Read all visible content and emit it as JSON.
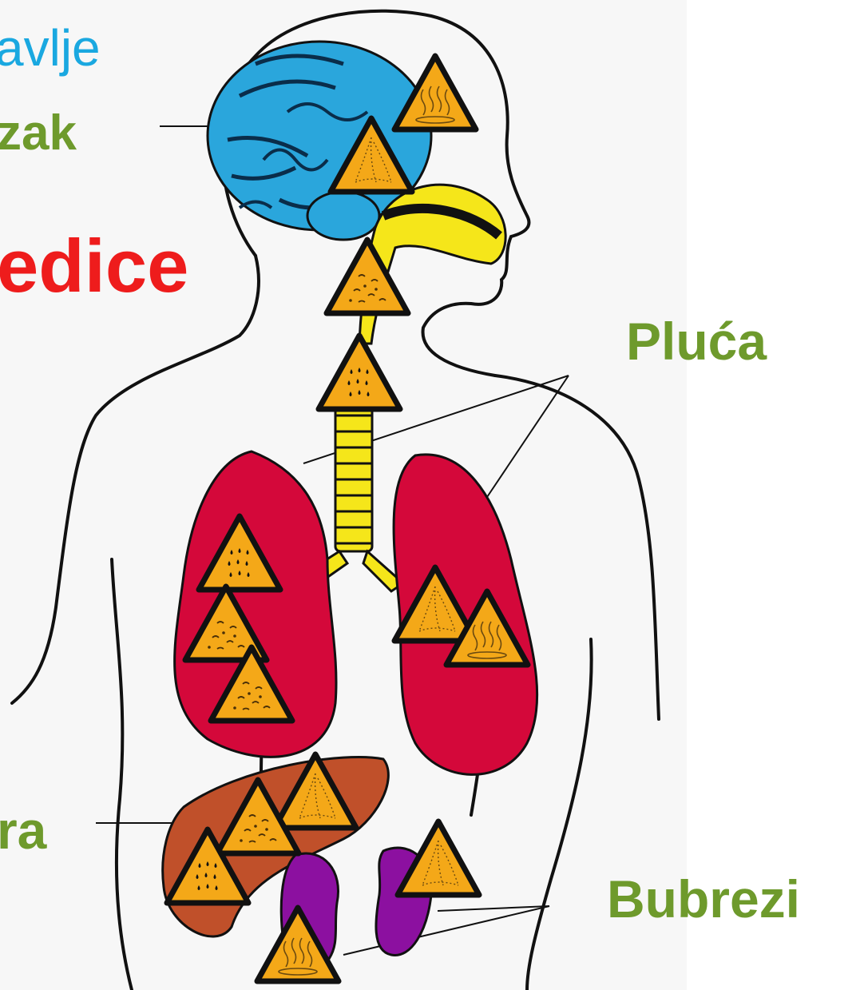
{
  "labels": {
    "head": "avlje",
    "brain": "zak",
    "effects": "edice",
    "lungs": "Pluća",
    "liver": "ra",
    "kidneys": "Bubrezi"
  },
  "colors": {
    "head_label": "#1aa8e0",
    "organ_label": "#6e9a2c",
    "effects_label": "#ee1c1c",
    "brain": "#2aa6dc",
    "airway": "#f5e61a",
    "lungs": "#d4083a",
    "liver": "#c0502a",
    "kidneys": "#8c10a0",
    "hazard": "#f4a818"
  },
  "hazard_symbols": [
    "fumes-hazard-icon",
    "gas-hazard-icon",
    "dust-hazard-icon",
    "droplets-hazard-icon"
  ]
}
